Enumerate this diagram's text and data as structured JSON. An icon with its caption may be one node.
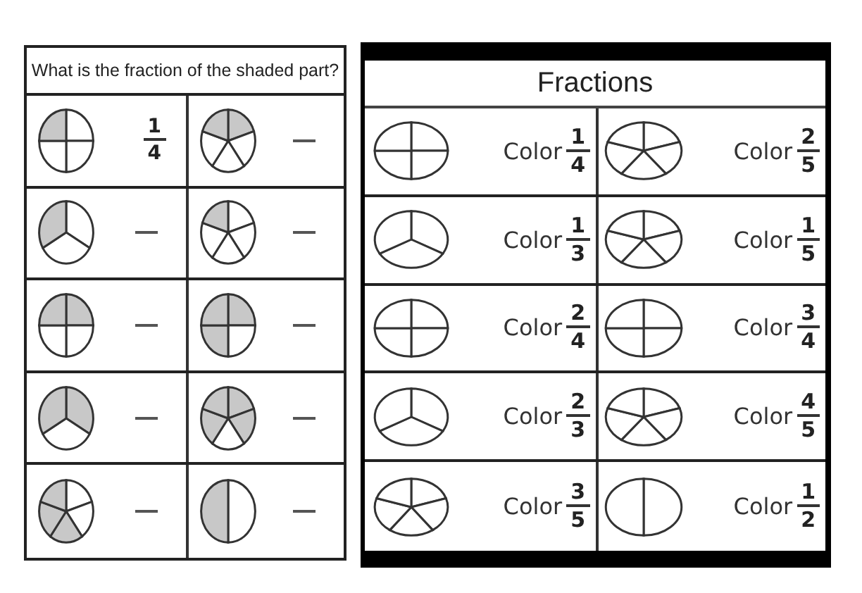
{
  "diagram": {
    "labels": [
      "What is the fraction of the shaded part?",
      "1",
      "4",
      "Fractions",
      "Color",
      "1",
      "4",
      "Color",
      "2",
      "5",
      "Color",
      "1",
      "3",
      "Color",
      "1",
      "5",
      "Color",
      "2",
      "4",
      "Color",
      "3",
      "4",
      "Color",
      "2",
      "3",
      "Color",
      "4",
      "5",
      "Color",
      "3",
      "5",
      "Color",
      "1",
      "2"
    ]
  }
}
